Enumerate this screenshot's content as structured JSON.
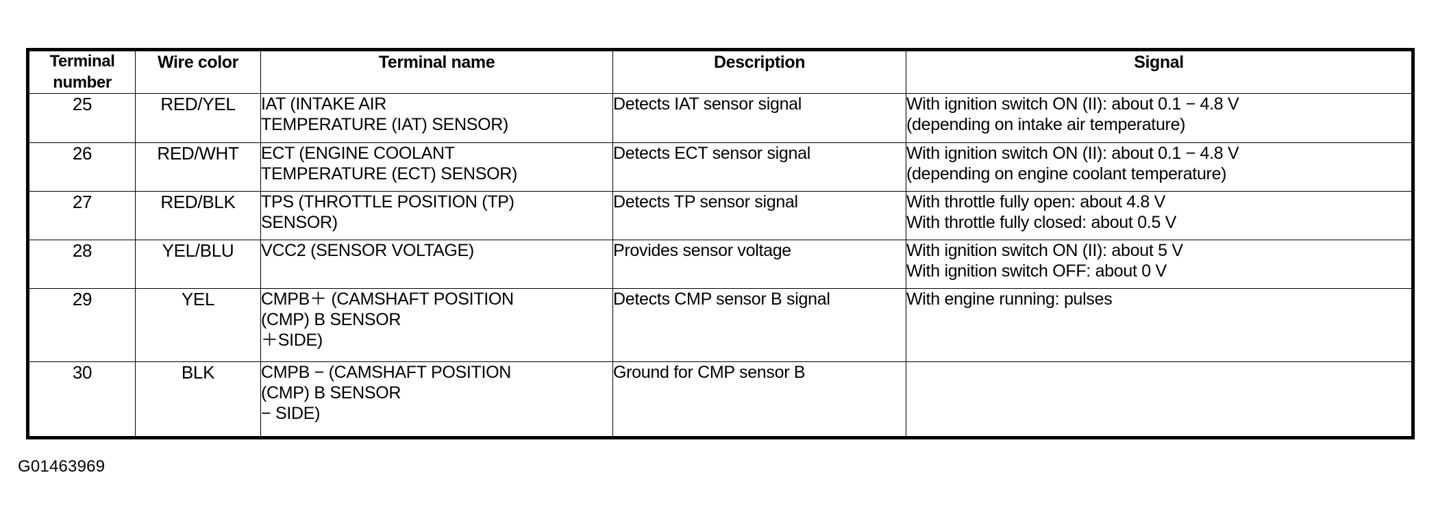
{
  "document": {
    "figure_code": "G01463969"
  },
  "table": {
    "columns": [
      {
        "key": "terminal_number",
        "label_line1": "Terminal",
        "label_line2": "number"
      },
      {
        "key": "wire_color",
        "label_line1": "Wire color",
        "label_line2": ""
      },
      {
        "key": "terminal_name",
        "label_line1": "Terminal name",
        "label_line2": ""
      },
      {
        "key": "description",
        "label_line1": "Description",
        "label_line2": ""
      },
      {
        "key": "signal",
        "label_line1": "Signal",
        "label_line2": ""
      }
    ],
    "rows": [
      {
        "terminal_number": "25",
        "wire_color": "RED/YEL",
        "terminal_name_lines": [
          "IAT (INTAKE AIR",
          "TEMPERATURE (IAT) SENSOR)"
        ],
        "description_lines": [
          "Detects IAT sensor signal"
        ],
        "signal_lines": [
          "With ignition switch ON (II): about 0.1 − 4.8 V",
          "(depending on intake air temperature)"
        ]
      },
      {
        "terminal_number": "26",
        "wire_color": "RED/WHT",
        "terminal_name_lines": [
          "ECT (ENGINE COOLANT",
          "TEMPERATURE (ECT) SENSOR)"
        ],
        "description_lines": [
          "Detects ECT sensor signal"
        ],
        "signal_lines": [
          "With ignition switch ON (II): about 0.1 − 4.8 V",
          "(depending on engine coolant temperature)"
        ]
      },
      {
        "terminal_number": "27",
        "wire_color": "RED/BLK",
        "terminal_name_lines": [
          "TPS (THROTTLE POSITION (TP)",
          "SENSOR)"
        ],
        "description_lines": [
          "Detects TP sensor signal"
        ],
        "signal_lines": [
          "With throttle fully open: about 4.8 V",
          "With throttle fully closed: about 0.5 V"
        ]
      },
      {
        "terminal_number": "28",
        "wire_color": "YEL/BLU",
        "terminal_name_lines": [
          "VCC2 (SENSOR VOLTAGE)"
        ],
        "description_lines": [
          "Provides sensor voltage"
        ],
        "signal_lines": [
          "With ignition switch ON (II): about 5 V",
          "With ignition switch OFF: about 0 V"
        ]
      },
      {
        "terminal_number": "29",
        "wire_color": "YEL",
        "terminal_name_lines": [
          "CMPB＋ (CAMSHAFT POSITION",
          "(CMP) B SENSOR",
          "＋SIDE)"
        ],
        "description_lines": [
          "Detects CMP sensor B signal"
        ],
        "signal_lines": [
          "With engine running: pulses"
        ]
      },
      {
        "terminal_number": "30",
        "wire_color": "BLK",
        "terminal_name_lines": [
          "CMPB − (CAMSHAFT POSITION",
          "(CMP) B SENSOR",
          "− SIDE)"
        ],
        "description_lines": [
          "Ground for CMP sensor B"
        ],
        "signal_lines": [
          ""
        ]
      }
    ]
  }
}
